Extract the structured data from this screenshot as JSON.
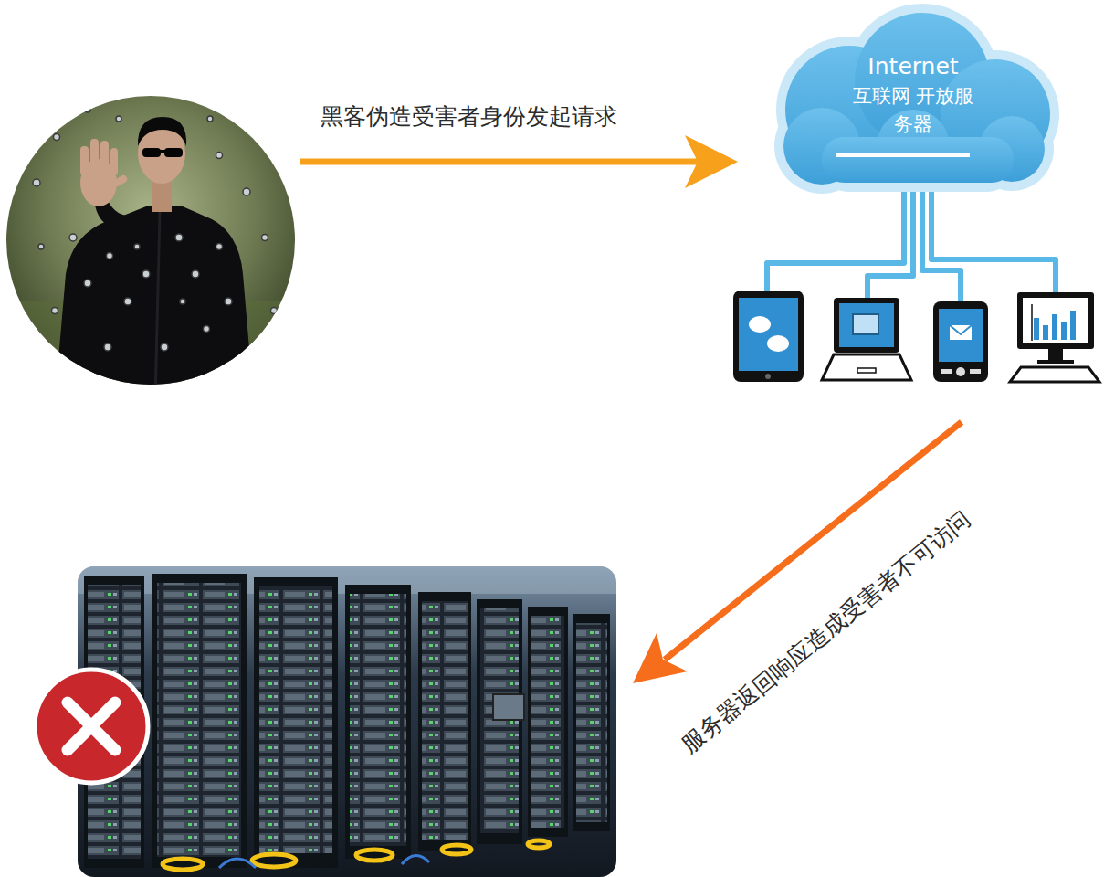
{
  "diagram": {
    "nodes": [
      {
        "text": [
          "Internet",
          "互联网 开放服务器"
        ]
      }
    ],
    "labels": [
      "黑客伪造受害者身份发起请求",
      "服务器返回响应造成受害者不可访问"
    ]
  }
}
